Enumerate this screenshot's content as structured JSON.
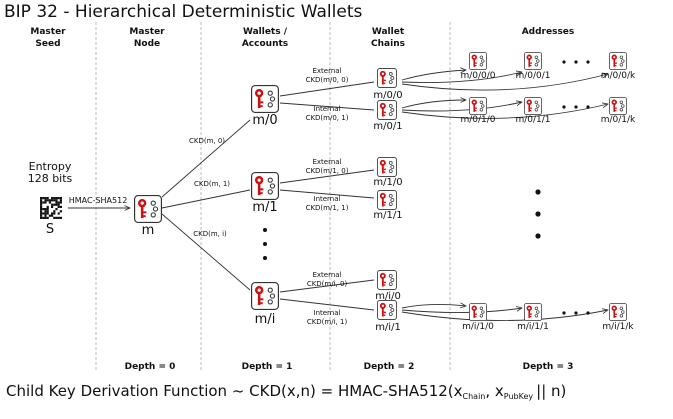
{
  "title": "BIP 32 - Hierarchical Deterministic Wallets",
  "columns": [
    {
      "id": "master-seed",
      "line1": "Master",
      "line2": "Seed"
    },
    {
      "id": "master-node",
      "line1": "Master",
      "line2": "Node"
    },
    {
      "id": "wallets",
      "line1": "Wallets /",
      "line2": "Accounts"
    },
    {
      "id": "chains",
      "line1": "Wallet",
      "line2": "Chains"
    },
    {
      "id": "addresses",
      "line1": "Addresses",
      "line2": ""
    }
  ],
  "depths": [
    "Depth = 0",
    "Depth = 1",
    "Depth = 2",
    "Depth = 3"
  ],
  "seed": {
    "entropy_line1": "Entropy",
    "entropy_line2": "128 bits",
    "label": "S",
    "hmac": "HMAC-SHA512"
  },
  "master_node": {
    "label": "m"
  },
  "accounts": [
    {
      "label": "m/0",
      "edge": "CKD(m, 0)"
    },
    {
      "label": "m/1",
      "edge": "CKD(m, 1)"
    },
    {
      "label": "m/i",
      "edge": "CKD(m, i)"
    }
  ],
  "chains": [
    {
      "label": "m/0/0",
      "type": "External",
      "ckd": "CKD(m/0, 0)"
    },
    {
      "label": "m/0/1",
      "type": "Internal",
      "ckd": "CKD(m/0, 1)"
    },
    {
      "label": "m/1/0",
      "type": "External",
      "ckd": "CKD(m/1, 0)"
    },
    {
      "label": "m/1/1",
      "type": "Internal",
      "ckd": "CKD(m/1, 1)"
    },
    {
      "label": "m/i/0",
      "type": "External",
      "ckd": "CKD(m/i, 0)"
    },
    {
      "label": "m/i/1",
      "type": "Internal",
      "ckd": "CKD(m/i, 1)"
    }
  ],
  "addresses": [
    {
      "label": "m/0/0/0"
    },
    {
      "label": "m/0/0/1"
    },
    {
      "label": "m/0/0/k"
    },
    {
      "label": "m/0/1/0"
    },
    {
      "label": "m/0/1/1"
    },
    {
      "label": "m/0/1/k"
    },
    {
      "label": "m/i/1/0"
    },
    {
      "label": "m/i/1/1"
    },
    {
      "label": "m/i/1/k"
    }
  ],
  "footer": {
    "main": "Child Key Derivation Function ~  CKD(x,n) = HMAC-SHA512(x",
    "sub1": "Chain",
    "mid": ", x",
    "sub2": "PubKey",
    "tail": "|| n)"
  },
  "colors": {
    "key_red": "#cc1111",
    "divider": "#bbbbbb",
    "line": "#333333"
  },
  "icons": [
    "key-icon",
    "qr-code-icon"
  ]
}
